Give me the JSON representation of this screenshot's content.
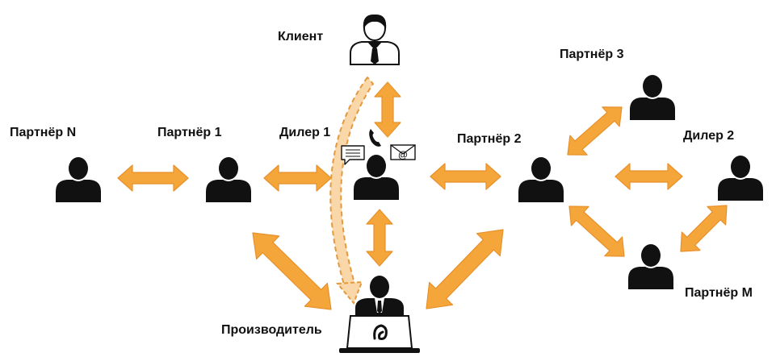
{
  "colors": {
    "arrow_fill": "#F4A63B",
    "arrow_stroke": "#E8902A",
    "dashed_fill": "#F9D7A8",
    "dashed_stroke": "#E39A3E",
    "person": "#111111",
    "background": "#FFFFFF"
  },
  "icons": {
    "person": "person-icon",
    "client": "businessman-icon",
    "producer": "producer-at-laptop-icon",
    "phone": "phone-icon",
    "chat": "chat-icon",
    "email": "email-icon",
    "laptop_logo": "brand-logo-icon"
  },
  "labels": {
    "client": "Клиент",
    "partner_n": "Партнёр N",
    "partner_1": "Партнёр 1",
    "dealer_1": "Дилер 1",
    "partner_2": "Партнёр 2",
    "partner_3": "Партнёр 3",
    "dealer_2": "Дилер 2",
    "partner_m": "Партнёр M",
    "producer": "Производитель"
  },
  "email_glyph": "@",
  "nodes": [
    {
      "id": "client",
      "label": "Клиент"
    },
    {
      "id": "partner_n",
      "label": "Партнёр N"
    },
    {
      "id": "partner_1",
      "label": "Партнёр 1"
    },
    {
      "id": "dealer_1",
      "label": "Дилер 1"
    },
    {
      "id": "partner_2",
      "label": "Партнёр 2"
    },
    {
      "id": "partner_3",
      "label": "Партнёр 3"
    },
    {
      "id": "dealer_2",
      "label": "Дилер 2"
    },
    {
      "id": "partner_m",
      "label": "Партнёр M"
    },
    {
      "id": "producer",
      "label": "Производитель"
    }
  ],
  "links": [
    {
      "from": "partner_n",
      "to": "partner_1",
      "style": "solid"
    },
    {
      "from": "partner_1",
      "to": "dealer_1",
      "style": "solid"
    },
    {
      "from": "client",
      "to": "dealer_1",
      "style": "solid"
    },
    {
      "from": "dealer_1",
      "to": "producer",
      "style": "solid"
    },
    {
      "from": "dealer_1",
      "to": "partner_2",
      "style": "solid"
    },
    {
      "from": "partner_1",
      "to": "producer",
      "style": "solid"
    },
    {
      "from": "partner_2",
      "to": "producer",
      "style": "solid"
    },
    {
      "from": "partner_2",
      "to": "partner_3",
      "style": "solid"
    },
    {
      "from": "partner_2",
      "to": "dealer_2",
      "style": "solid"
    },
    {
      "from": "partner_2",
      "to": "partner_m",
      "style": "solid"
    },
    {
      "from": "partner_m",
      "to": "dealer_2",
      "style": "solid"
    },
    {
      "from": "client",
      "to": "producer",
      "style": "dashed"
    }
  ]
}
